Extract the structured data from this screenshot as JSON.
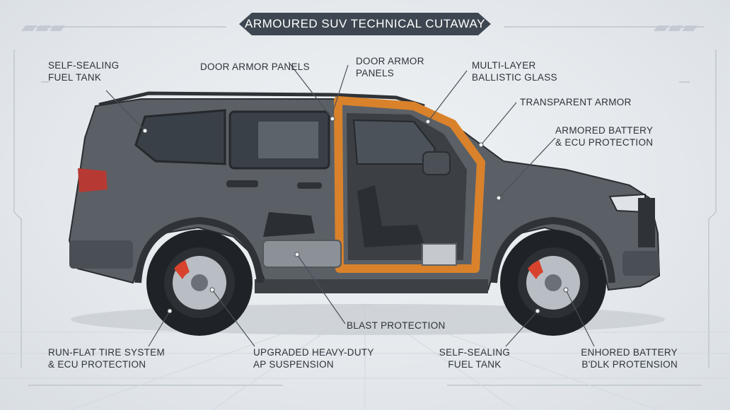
{
  "title": "ARMOURED SUV TECHNICAL CUTAWAY",
  "callouts": [
    {
      "id": "self-sealing-fuel-tank-top",
      "text": "SELF-SEALING\nFUEL TANK"
    },
    {
      "id": "door-armor-panels-1",
      "text": "DOOR ARMOR PANELS"
    },
    {
      "id": "door-armor-panels-2",
      "text": "DOOR ARMOR\nPANELS"
    },
    {
      "id": "multi-layer-ballistic-glass",
      "text": "MULTI-LAYER\nBALLISTIC GLASS"
    },
    {
      "id": "transparent-armor",
      "text": "TRANSPARENT ARMOR"
    },
    {
      "id": "armored-battery-ecu",
      "text": "ARMORED BATTERY\n& ECU PROTECTION"
    },
    {
      "id": "blast-protection",
      "text": "BLAST PROTECTION"
    },
    {
      "id": "run-flat-tire-system",
      "text": "RUN-FLAT TIRE SYSTEM\n& ECU PROTECTION"
    },
    {
      "id": "upgraded-heavy-duty-suspension",
      "text": "UPGRADED ΗEAVY-DUTY\nAP SUSPENSION"
    },
    {
      "id": "self-sealing-fuel-tank-bottom",
      "text": "SELF-SEALING\nFUEL TANK"
    },
    {
      "id": "enhored-battery",
      "text": "ENHORED BATTERY\nB'DLK PROTENSION"
    }
  ],
  "colors": {
    "body": "#5b6066",
    "body_dark": "#3d4146",
    "armor": "#d9822b",
    "tire": "#1f2226",
    "caliper": "#d8432d",
    "rotor": "#b9bec4",
    "glass": "#3a4047",
    "label_text": "#2c333a",
    "leader": "#4a5158",
    "banner": "#3e4751"
  },
  "icons": [
    "title-banner-icon",
    "hud-stripe-icon"
  ]
}
